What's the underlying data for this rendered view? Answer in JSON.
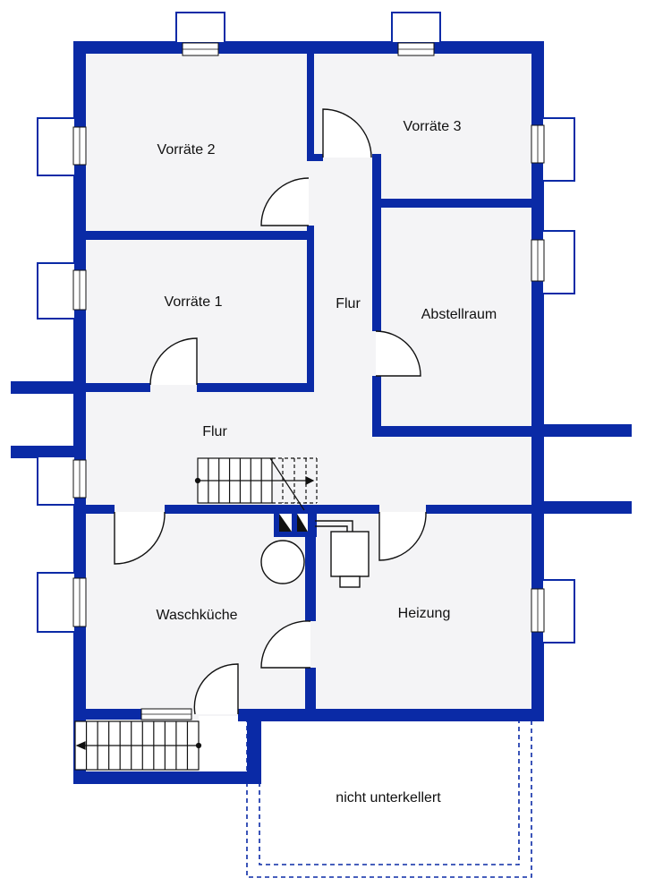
{
  "colors": {
    "wall": "#0a2aa6",
    "floor": "#f4f4f6",
    "line": "#111111",
    "background": "#ffffff"
  },
  "rooms": {
    "vorraete2": "Vorräte 2",
    "vorraete3": "Vorräte 3",
    "vorraete1": "Vorräte 1",
    "flur_upper": "Flur",
    "abstellraum": "Abstellraum",
    "flur_lower": "Flur",
    "waschkueche": "Waschküche",
    "heizung": "Heizung",
    "nicht_unterkellert": "nicht unterkellert"
  }
}
